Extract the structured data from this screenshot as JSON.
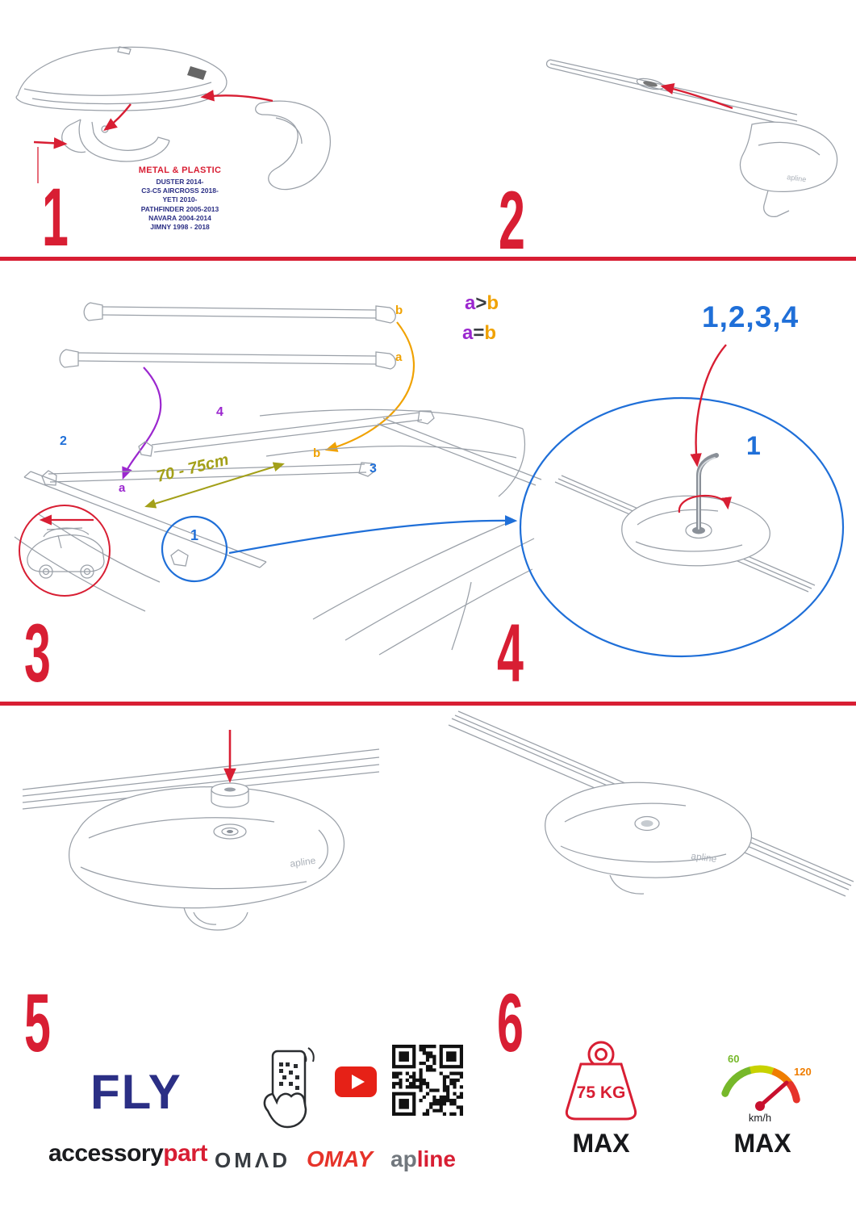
{
  "steps": {
    "s1": {
      "number": "1",
      "material": "METAL & PLASTIC",
      "models": [
        "DUSTER 2014-",
        "C3-C5 AIRCROSS 2018-",
        "YETI 2010-",
        "PATHFINDER 2005-2013",
        "NAVARA 2004-2014",
        "JIMNY 1998 - 2018"
      ]
    },
    "s2": {
      "number": "2"
    },
    "s3": {
      "number": "3",
      "bar_b_label": "b",
      "bar_a_label": "a",
      "compare_gt": {
        "left": "a",
        "op": ">",
        "right": "b"
      },
      "compare_eq": {
        "left": "a",
        "op": "=",
        "right": "b"
      },
      "measurement": "70 - 75cm",
      "foot1": "1",
      "foot2": "2",
      "foot3": "3",
      "foot4": "4",
      "roof_a": "a",
      "roof_b": "b"
    },
    "s4": {
      "number": "4",
      "sequence": "1,2,3,4",
      "key_step": "1"
    },
    "s5": {
      "number": "5"
    },
    "s6": {
      "number": "6"
    }
  },
  "product": {
    "logo": "apline"
  },
  "footer": {
    "model_name": "FLY",
    "brand_accessory": "accessory",
    "brand_part": "part",
    "omad": "OMΛD",
    "omay": "OMAY",
    "apline_gray": "ap",
    "apline_red": "line",
    "weight_value": "75 KG",
    "weight_max": "MAX",
    "speed_60": "60",
    "speed_120": "120",
    "speed_unit": "km/h",
    "speed_max": "MAX"
  },
  "colors": {
    "red": "#d81e33",
    "blue": "#1f6fd8",
    "purple": "#9b27cf",
    "orange": "#f0a202",
    "olive": "#a3a019",
    "navy": "#2b2f85"
  }
}
